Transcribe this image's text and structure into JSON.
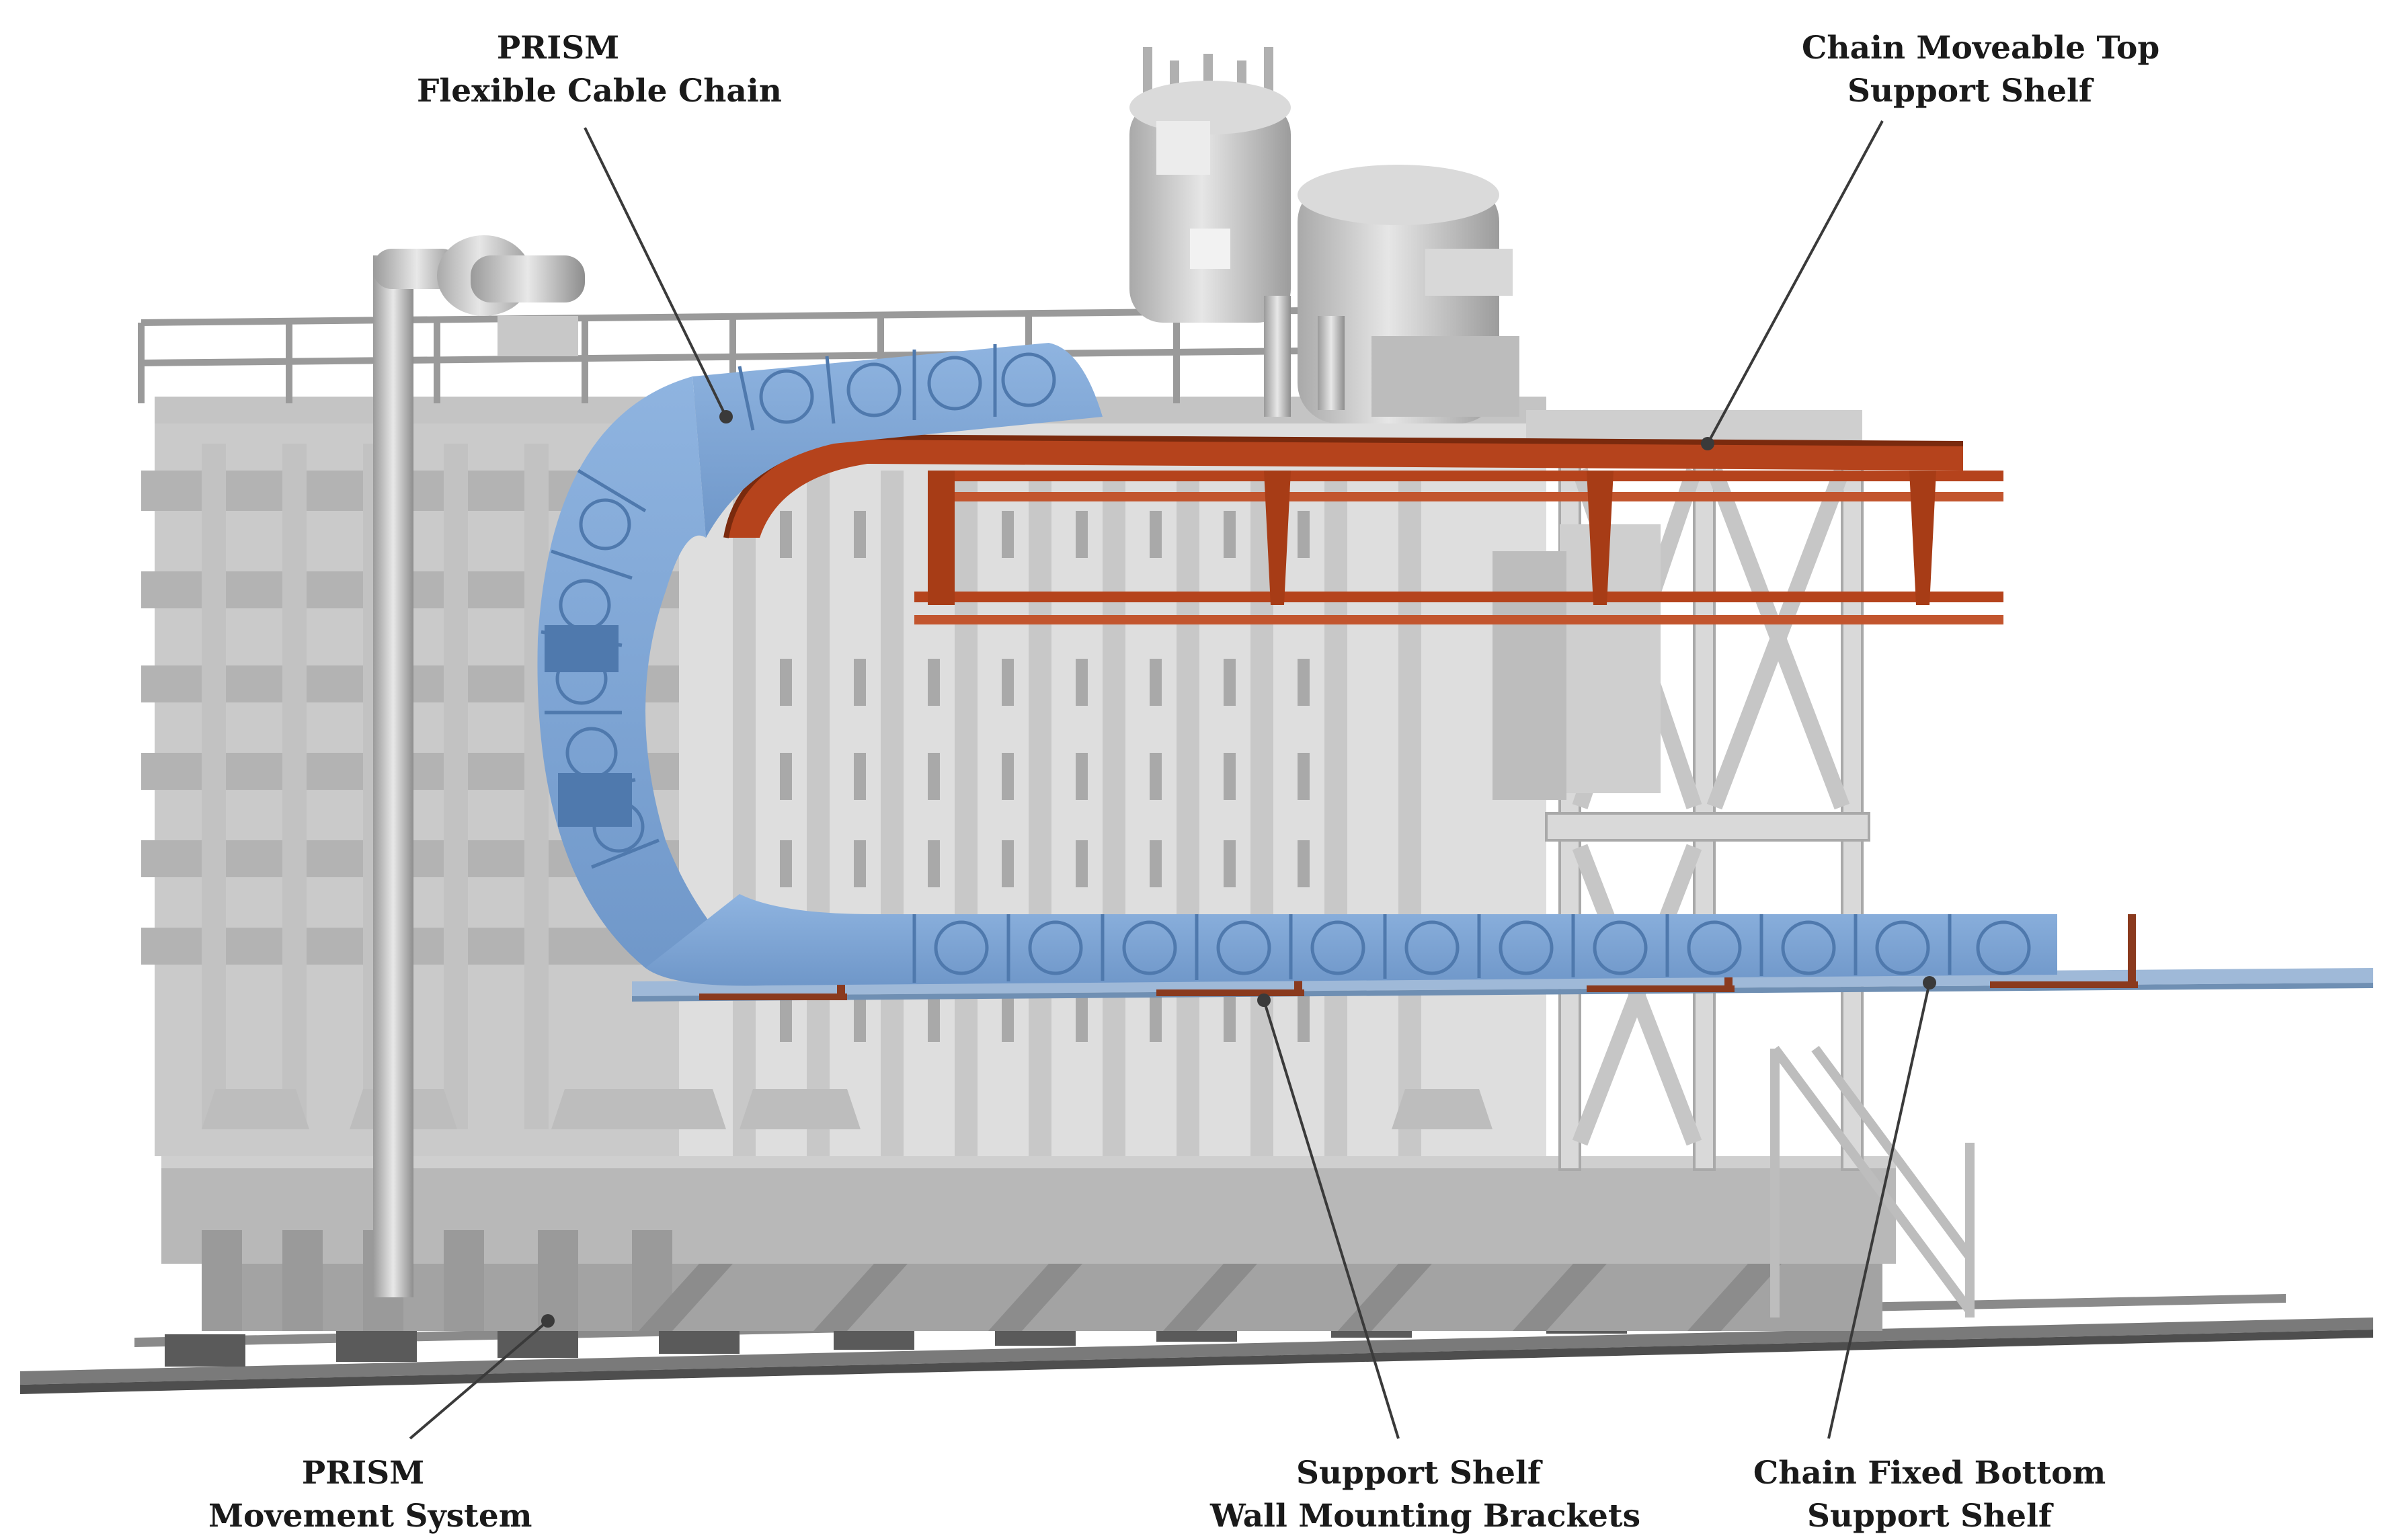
{
  "callouts": {
    "flexible_chain": {
      "line1": "PRISM",
      "line2": "Flexible Cable Chain"
    },
    "top_shelf": {
      "line1": "Chain Moveable Top",
      "line2": "Support Shelf"
    },
    "movement": {
      "line1": "PRISM",
      "line2": "Movement System"
    },
    "brackets": {
      "line1": "Support Shelf",
      "line2": "Wall Mounting Brackets"
    },
    "bottom_shelf": {
      "line1": "Chain Fixed Bottom",
      "line2": "Support Shelf"
    }
  },
  "colors": {
    "structure_light": "#e2e2e2",
    "structure_mid": "#bdbdbd",
    "structure_dark": "#8f8f8f",
    "cable_chain": "#7ea6d6",
    "cable_chain_dark": "#4f79ad",
    "top_shelf": "#b5431c",
    "leader_line": "#3a3a3a"
  }
}
